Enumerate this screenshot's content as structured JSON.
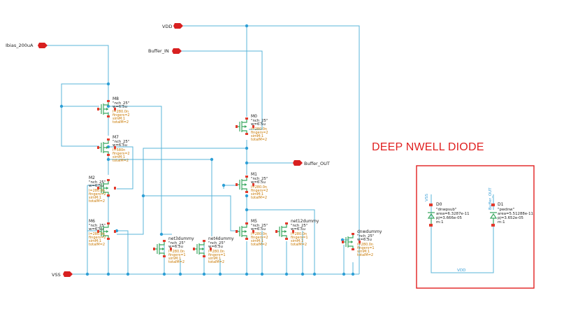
{
  "title": "DEEP NWELL DIODE",
  "pins": {
    "vdd": "VDD",
    "buffer_in": "Buffer_IN",
    "buffer_out": "Buffer_OUT",
    "ibias": "Ibias_200uA",
    "vss": "VSS"
  },
  "transistors": {
    "M8": {
      "name": "M8",
      "model": "\"nch_25\"",
      "w": "w=6.5u",
      "l": "l=280.0n",
      "fingers": "fingers=2",
      "simM": "simM:1",
      "totalM": "totalM=2"
    },
    "M7": {
      "name": "M7",
      "model": "\"nch_25\"",
      "w": "w=6.5u",
      "l": "l=580n",
      "fingers": "fingers=2",
      "simM": "simM:1",
      "totalM": "totalM=2"
    },
    "M0": {
      "name": "M0",
      "model": "\"nch_25\"",
      "w": "w=6.5u",
      "l": "l=280.0n",
      "fingers": "fingers=2",
      "simM": "simM:1",
      "totalM": "totalM=2"
    },
    "M1": {
      "name": "M1",
      "model": "\"nch_25\"",
      "w": "w=6.5u",
      "l": "l=280.0n",
      "fingers": "fingers=2",
      "simM": "simM:1",
      "totalM": "totalM=2"
    },
    "M2": {
      "name": "M2",
      "model": "\"nch_25\"",
      "w": "w=6.5u",
      "l": "l=280.0n",
      "fingers": "fingers=2",
      "simM": "simM:1",
      "totalM": "totalM=2"
    },
    "M6": {
      "name": "M6",
      "model": "\"nch_25\"",
      "w": "w=6.5u",
      "l": "l=280.0n",
      "fingers": "fingers=2",
      "simM": "simM:1",
      "totalM": "totalM=2"
    },
    "M5": {
      "name": "M5",
      "model": "\"nch_25\"",
      "w": "w=6.5u",
      "l": "l=280.0n",
      "fingers": "fingers=2",
      "simM": "simM:1",
      "totalM": "totalM=2"
    },
    "net12dummy": {
      "name": "net12dummy",
      "model": "\"nch_25\"",
      "w": "w=6.5u",
      "l": "l=280.0n",
      "fingers": "fingers=1",
      "simM": "simM:1",
      "totalM": "totalM=2"
    },
    "net3dummy": {
      "name": "net3dummy",
      "model": "\"nch_25\"",
      "w": "w=6.5u",
      "l": "l=280.0n",
      "fingers": "fingers=1",
      "simM": "simM:1",
      "totalM": "totalM=2"
    },
    "net4dummy": {
      "name": "net4dummy",
      "model": "\"nch_25\"",
      "w": "w=6.5u",
      "l": "l=280.0n",
      "fingers": "fingers=1",
      "simM": "simM:1",
      "totalM": "totalM=2"
    },
    "dnwdummy": {
      "name": "dnwdummy",
      "model": "\"nch_25\"",
      "w": "w=6.5u",
      "l": "l=280.0n",
      "fingers": "fingers=1",
      "simM": "simM:1",
      "totalM": "totalM=2"
    }
  },
  "diodes": {
    "D0": {
      "name": "D0",
      "model": "\"dnwpsub\"",
      "area": "area=6.3287e-11",
      "pj": "pj=3.666e-05",
      "m": "m:1"
    },
    "D1": {
      "name": "D1",
      "model": "\"pwdnw\"",
      "area": "area=5.51288e-11",
      "pj": "pj=3.652e-05",
      "m": "m:1"
    }
  },
  "diode_box": {
    "vss_label": "VSS",
    "bufout_label": "Buffer_OUT",
    "vdd_label": "VDD"
  },
  "colors": {
    "wire": "#5ab4d8",
    "device": "#3aa860",
    "pin": "#d82020",
    "annotation": "#c87800",
    "box": "#e02020"
  }
}
